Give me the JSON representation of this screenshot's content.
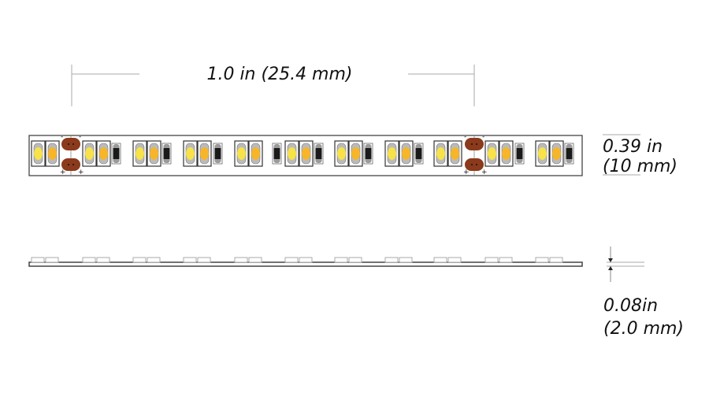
{
  "dimensions": {
    "length_label": "1.0 in (25.4 mm)",
    "width_label_line1": "0.39 in",
    "width_label_line2": "(10 mm)",
    "thickness_label_line1": "0.08in",
    "thickness_label_line2": "(2.0 mm)"
  },
  "cut_marks": {
    "minus": "-",
    "plus": "+"
  },
  "colors": {
    "outline": "#333333",
    "led_warm_white": "#f7e24a",
    "led_amber": "#f7b52a",
    "cut_pad": "#8b3a1c",
    "resistor_body": "#1a1a1a",
    "resistor_cap": "#9a9a9a"
  }
}
